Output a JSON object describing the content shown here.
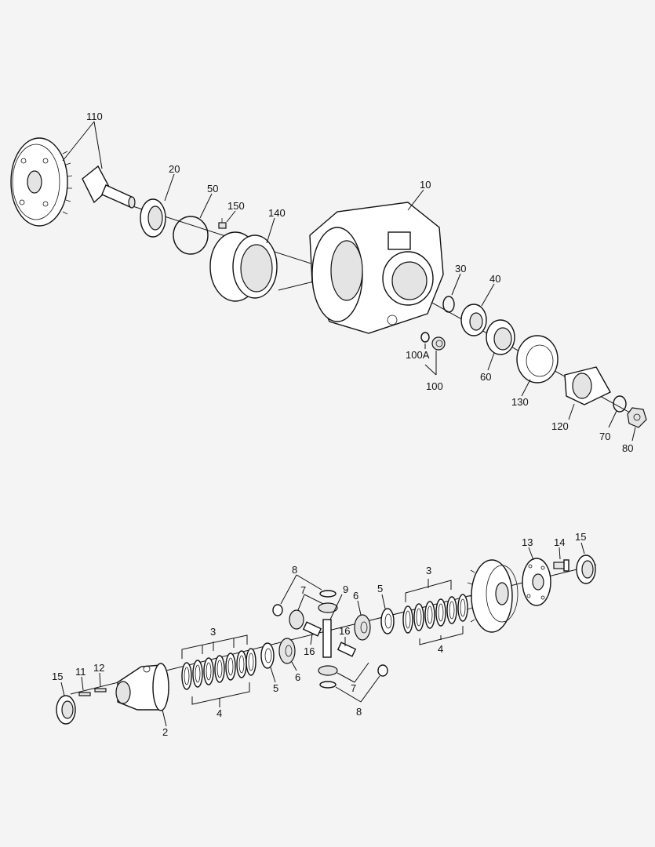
{
  "callouts": {
    "c110": "110",
    "c20": "20",
    "c50": "50",
    "c150": "150",
    "c140": "140",
    "c10": "10",
    "c30": "30",
    "c40": "40",
    "c100A": "100A",
    "c100": "100",
    "c60": "60",
    "c130": "130",
    "c120": "120",
    "c70": "70",
    "c80": "80",
    "b13": "13",
    "b14": "14",
    "b15a": "15",
    "b8a": "8",
    "b7a": "7",
    "b9": "9",
    "b6a": "6",
    "b5a": "5",
    "b3a": "3",
    "b4a": "4",
    "b3b": "3",
    "b16a": "16",
    "b16b": "16",
    "b6b": "6",
    "b5b": "5",
    "b7b": "7",
    "b8b": "8",
    "b4b": "4",
    "b15b": "15",
    "b11": "11",
    "b12": "12",
    "b2": "2"
  }
}
